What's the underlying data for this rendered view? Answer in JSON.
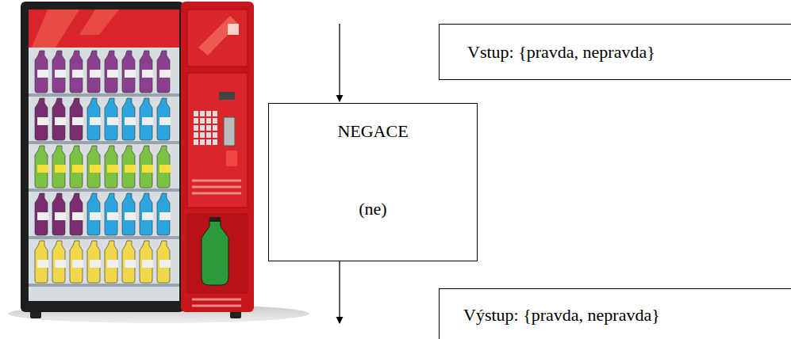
{
  "diagram": {
    "nodes": [
      {
        "text": [
          "Vstup: {pravda, nepravda}"
        ]
      },
      {
        "text": [
          "NEGACE",
          "(ne)"
        ]
      },
      {
        "text": [
          "Výstup: {pravda, nepravda}"
        ]
      }
    ]
  }
}
